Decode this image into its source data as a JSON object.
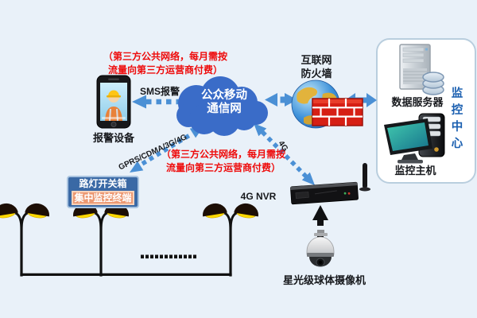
{
  "notes": {
    "top": {
      "line1": "（第三方公共网络，每月需按",
      "line2": "流量向第三方运营商付费）"
    },
    "mid": {
      "line1": "（第三方公共网络，每月需按",
      "line2": "流量向第三方运营商付费）"
    }
  },
  "alarm": {
    "sms_label": "SMS报警",
    "device_label": "报警设备"
  },
  "cloud": {
    "line1": "公众移动",
    "line2": "通信网"
  },
  "internet": {
    "line1": "互联网",
    "line2": "防火墙"
  },
  "links": {
    "gprs_label": "GPRS/CDMA/3G/4G",
    "fourg_label": "4G"
  },
  "nvr": {
    "label": "4G NVR"
  },
  "camera": {
    "label": "星光级球体摄像机"
  },
  "switchbox": {
    "title": "路灯开关箱",
    "subtitle": "集中监控终端"
  },
  "monitor_center": {
    "side_label": "监控中心",
    "server_label": "数据服务器",
    "host_label": "监控主机"
  },
  "icons": {
    "alarm_phone": "smartphone-with-worker-screen",
    "mobile_cloud": "network-cloud",
    "internet": "globe-with-firewall-bricks",
    "data_server": "server-tower-with-database-disks",
    "monitor_host": "workstation-tower-with-screen",
    "nvr": "nvr-box-with-antenna",
    "camera": "ptz-dome-camera",
    "streetlight": "double-arm-street-lamp"
  },
  "colors": {
    "background": "#e9f1f9",
    "arrow_blue": "#4b90d5",
    "alert_red": "#ee0a0a",
    "cloud_blue": "#3a6cc8",
    "box_blue": "#3a69a5",
    "box_salmon": "#ec9872",
    "side_label_blue": "#1a5fb0",
    "lamp_yellow": "#ffd800"
  }
}
